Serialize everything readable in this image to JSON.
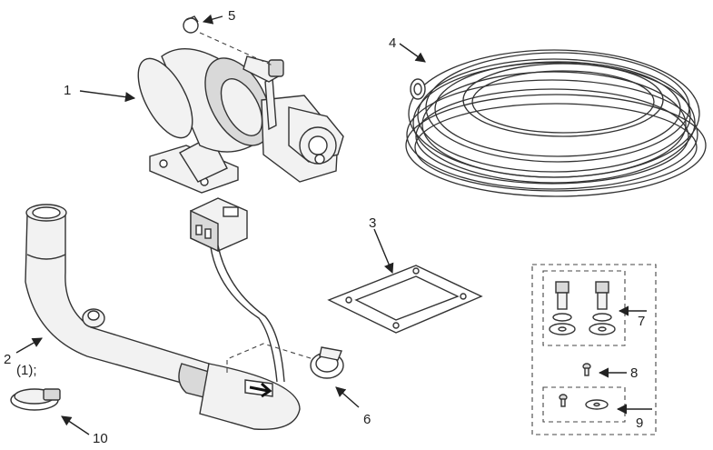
{
  "callouts": {
    "c1": "1",
    "c2": "2",
    "c2_qty": "(1);",
    "c3": "3",
    "c4": "4",
    "c5": "5",
    "c6": "6",
    "c7": "7",
    "c8": "8",
    "c9": "9",
    "c10": "10"
  }
}
